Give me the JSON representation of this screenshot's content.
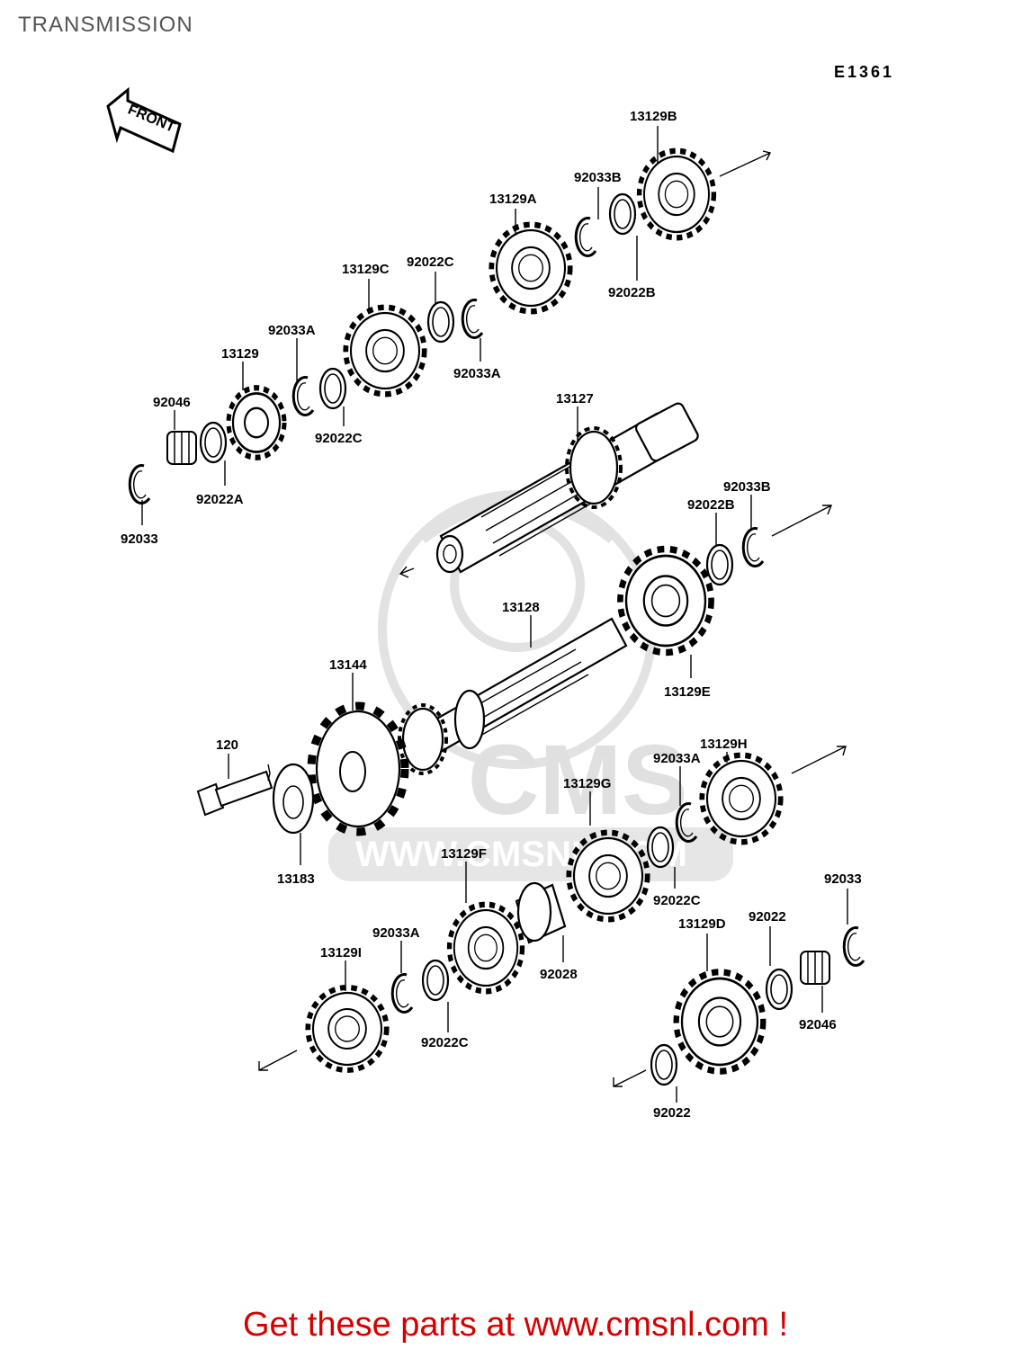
{
  "page": {
    "title": "TRANSMISSION",
    "diagram_code": "E1361",
    "front_label": "FRONT",
    "footer": "Get these parts at www.cmsnl.com !"
  },
  "watermark": {
    "brand": "CMS",
    "url": "WWW.CMSNL.COM"
  },
  "parts": {
    "p13129B": "13129B",
    "p92033B_top": "92033B",
    "p13129A": "13129A",
    "p92022C_top": "92022C",
    "p92022B_top": "92022B",
    "p13129C": "13129C",
    "p92033A_top": "92033A",
    "p92033A_mid": "92033A",
    "p13129": "13129",
    "p92022C_mid": "92022C",
    "p92046_left": "92046",
    "p92022A": "92022A",
    "p92033_left": "92033",
    "p13127": "13127",
    "p92033B_right": "92033B",
    "p92022B_right": "92022B",
    "p13128": "13128",
    "p13129E": "13129E",
    "p13144": "13144",
    "p120": "120",
    "p13183": "13183",
    "p13129H": "13129H",
    "p92033A_right": "92033A",
    "p13129G": "13129G",
    "p92022C_right": "92022C",
    "p13129F": "13129F",
    "p92033_right": "92033",
    "p92022_right": "92022",
    "p13129D": "13129D",
    "p92033A_low": "92033A",
    "p13129I": "13129I",
    "p92028": "92028",
    "p92046_right": "92046",
    "p92022C_low": "92022C",
    "p92022_bottom": "92022"
  }
}
